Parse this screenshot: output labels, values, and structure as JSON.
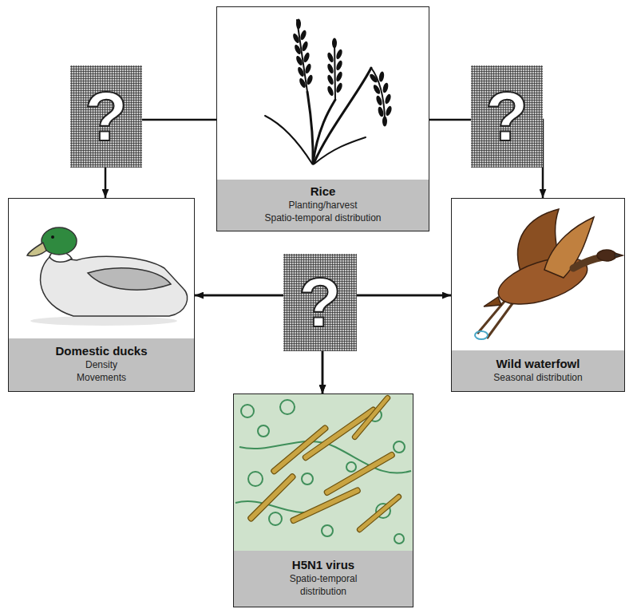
{
  "diagram": {
    "nodes": [
      {
        "text": [
          "Rice",
          "Planting/harvest Spatio-temporal distribution"
        ]
      },
      {
        "text": [
          "Domestic ducks",
          "Density Movements"
        ]
      },
      {
        "text": [
          "Wild waterfowl",
          "Seasonal distribution"
        ]
      },
      {
        "text": [
          "H5N1 virus",
          "Spatio-temporal distribution"
        ]
      }
    ],
    "edges": [
      {
        "from": 0,
        "to": 1,
        "arrow": "to"
      },
      {
        "from": 0,
        "to": 2,
        "arrow": "to"
      },
      {
        "from": 1,
        "to": 2,
        "arrow": "both"
      },
      {
        "from": 1,
        "to": 3,
        "arrow": "to"
      },
      {
        "from": 2,
        "to": 3,
        "arrow": "to"
      }
    ],
    "labels": [
      "?",
      "?",
      "?"
    ]
  }
}
